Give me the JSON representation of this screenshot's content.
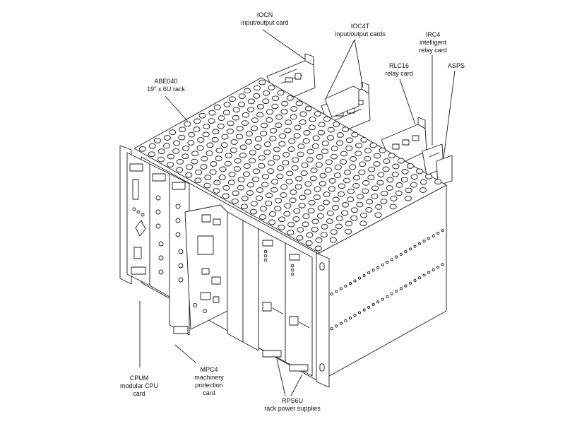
{
  "labels": {
    "iocn": {
      "title": "IOCN",
      "desc": "input/output card"
    },
    "ioc4t": {
      "title": "IOC4T",
      "desc": "input/output cards"
    },
    "irc4": {
      "title": "IRC4",
      "desc1": "intelligent",
      "desc2": "relay card"
    },
    "rlc16": {
      "title": "RLC16",
      "desc": "relay card"
    },
    "asps": {
      "title": "ASPS"
    },
    "abe040": {
      "title": "ABE040",
      "desc": "19\" x 6U rack"
    },
    "cpum": {
      "title": "CPUM",
      "desc1": "modular CPU",
      "desc2": "card"
    },
    "mpc4": {
      "title": "MPC4",
      "desc1": "machinery",
      "desc2": "protection",
      "desc3": "card"
    },
    "rps6u": {
      "title": "RPS6U",
      "desc": "rack power supplies"
    }
  },
  "colors": {
    "line": "#1a1a1a",
    "background": "#ffffff",
    "panel": "#ffffff",
    "hole": "#ffffff"
  }
}
